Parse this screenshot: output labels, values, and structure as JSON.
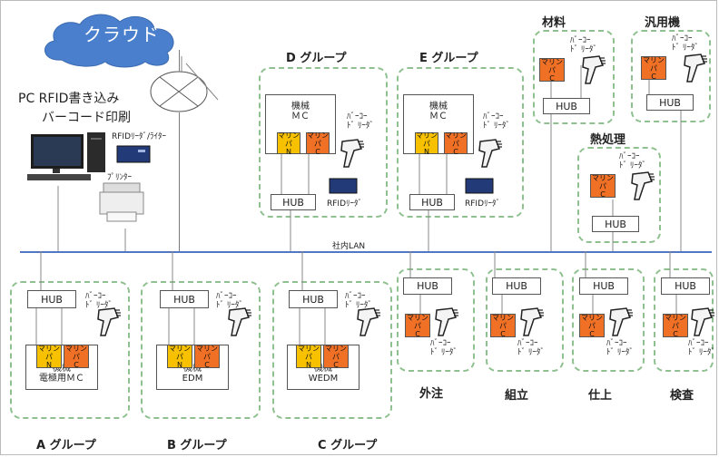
{
  "cloud": {
    "label": "クラウド"
  },
  "pc": {
    "title_line1": "PC RFID書き込み",
    "title_line2": "バーコード印刷",
    "rfid_rw": "RFIDﾘｰﾀﾞ/ﾗｲﾀｰ",
    "printer": "ﾌﾟﾘﾝﾀｰ"
  },
  "lan": {
    "label": "社内LAN"
  },
  "common": {
    "hub": "HUB",
    "marinpa": "マリンパ",
    "n": "N",
    "c": "C",
    "barcode_reader": "ﾊﾞｰｺｰﾄﾞ ﾘｰﾀﾞ",
    "rfid_reader": "RFIDﾘｰﾀﾞ",
    "machine": "機械"
  },
  "groups": {
    "a": {
      "title": "A グループ",
      "machine_sub": "電極用ＭＣ"
    },
    "b": {
      "title": "B グループ",
      "machine_sub": "EDM"
    },
    "c": {
      "title": "C グループ",
      "machine_sub": "WEDM"
    },
    "d": {
      "title": "D グループ",
      "machine_sub": "ＭＣ"
    },
    "e": {
      "title": "E グループ",
      "machine_sub": "ＭＣ"
    }
  },
  "sites": {
    "zairyo": "材料",
    "hanyo": "汎用機",
    "netsu": "熱処理",
    "gaichu": "外注",
    "kumitate": "組立",
    "shiage": "仕上",
    "kensa": "検査"
  }
}
